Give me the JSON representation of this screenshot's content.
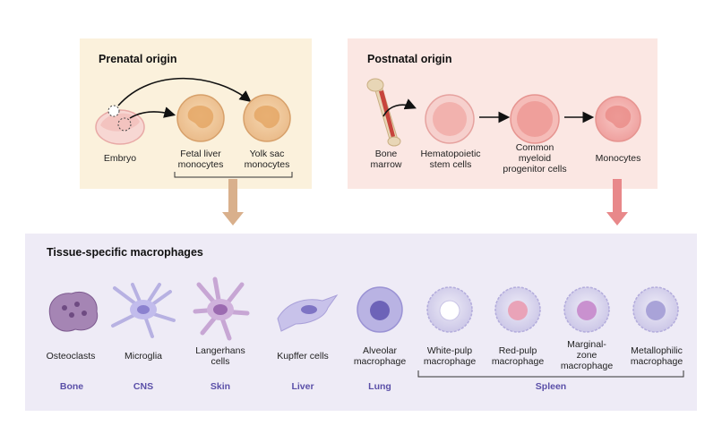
{
  "prenatal": {
    "title": "Prenatal origin",
    "embryo": "Embryo",
    "fetal_liver": [
      "Fetal liver",
      "monocytes"
    ],
    "yolk_sac": [
      "Yolk sac",
      "monocytes"
    ]
  },
  "postnatal": {
    "title": "Postnatal origin",
    "bone_marrow": [
      "Bone",
      "marrow"
    ],
    "hsc": [
      "Hematopoietic",
      "stem cells"
    ],
    "cmp": [
      "Common",
      "myeloid",
      "progenitor cells"
    ],
    "monocytes": "Monocytes"
  },
  "tissue": {
    "title": "Tissue-specific macrophages",
    "cells": [
      {
        "label": [
          "Osteoclasts"
        ],
        "organ": "Bone"
      },
      {
        "label": [
          "Microglia"
        ],
        "organ": "CNS"
      },
      {
        "label": [
          "Langerhans",
          "cells"
        ],
        "organ": "Skin"
      },
      {
        "label": [
          "Kupffer cells"
        ],
        "organ": "Liver"
      },
      {
        "label": [
          "Alveolar",
          "macrophage"
        ],
        "organ": "Lung"
      },
      {
        "label": [
          "White-pulp",
          "macrophage"
        ]
      },
      {
        "label": [
          "Red-pulp",
          "macrophage"
        ]
      },
      {
        "label": [
          "Marginal-",
          "zone",
          "macrophage"
        ]
      },
      {
        "label": [
          "Metallophilic",
          "macrophage"
        ]
      }
    ],
    "spleen": "Spleen"
  },
  "colors": {
    "prenatal_bg": "#fbf1dc",
    "postnatal_bg": "#fbe7e3",
    "tissue_bg": "#eeebf6",
    "organ_text": "#5a4fa8",
    "prenatal_arrow": "#d9b08c",
    "postnatal_arrow": "#e8888a"
  }
}
